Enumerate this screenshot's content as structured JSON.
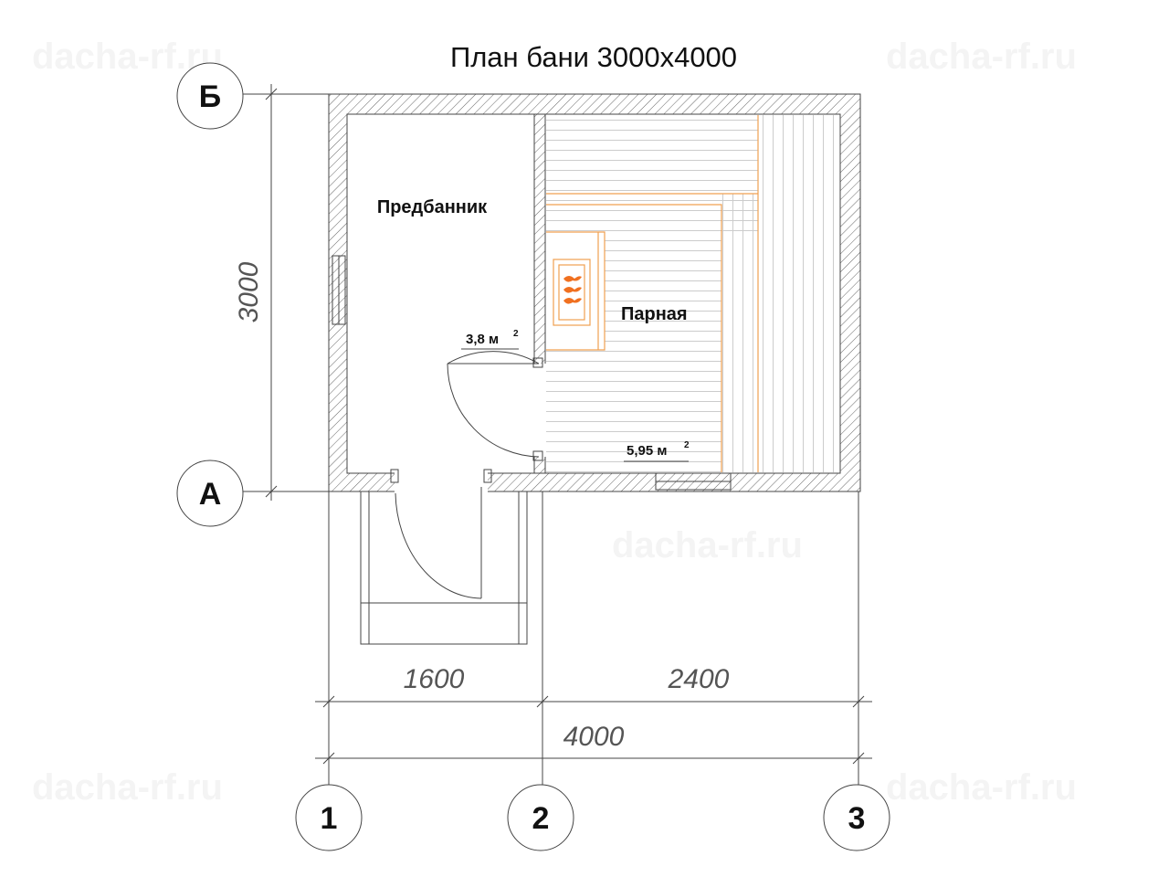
{
  "title": "План бани 3000x4000",
  "rooms": [
    {
      "name": "Предбанник",
      "area": "3,8 м",
      "area_sup": "2"
    },
    {
      "name": "Парная",
      "area": "5,95 м",
      "area_sup": "2"
    }
  ],
  "dimensions": {
    "vertical": "3000",
    "segment_1": "1600",
    "segment_2": "2400",
    "total": "4000"
  },
  "axes": {
    "rows": [
      "Б",
      "А"
    ],
    "columns": [
      "1",
      "2",
      "3"
    ]
  },
  "watermark": "dacha-rf.ru",
  "colors": {
    "wall_hatch": "#555555",
    "bench": "#f0a050",
    "stove_flame": "#f07020"
  }
}
